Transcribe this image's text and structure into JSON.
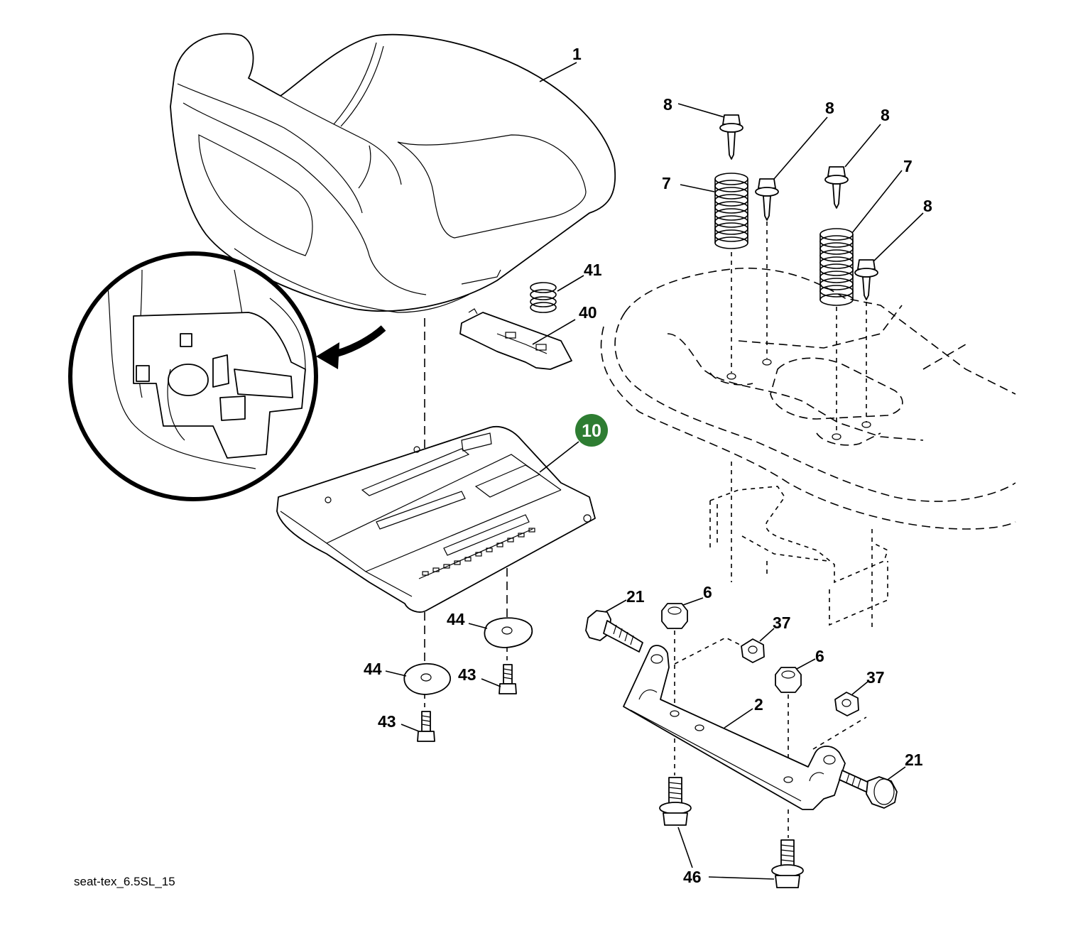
{
  "diagram": {
    "caption": "seat-tex_6.5SL_15",
    "highlight_color": "#2e7d32",
    "highlight_callout": "10",
    "callouts": [
      "1",
      "8",
      "8",
      "8",
      "7",
      "7",
      "8",
      "41",
      "40",
      "21",
      "6",
      "37",
      "6",
      "37",
      "2",
      "21",
      "44",
      "44",
      "43",
      "43",
      "46"
    ]
  }
}
